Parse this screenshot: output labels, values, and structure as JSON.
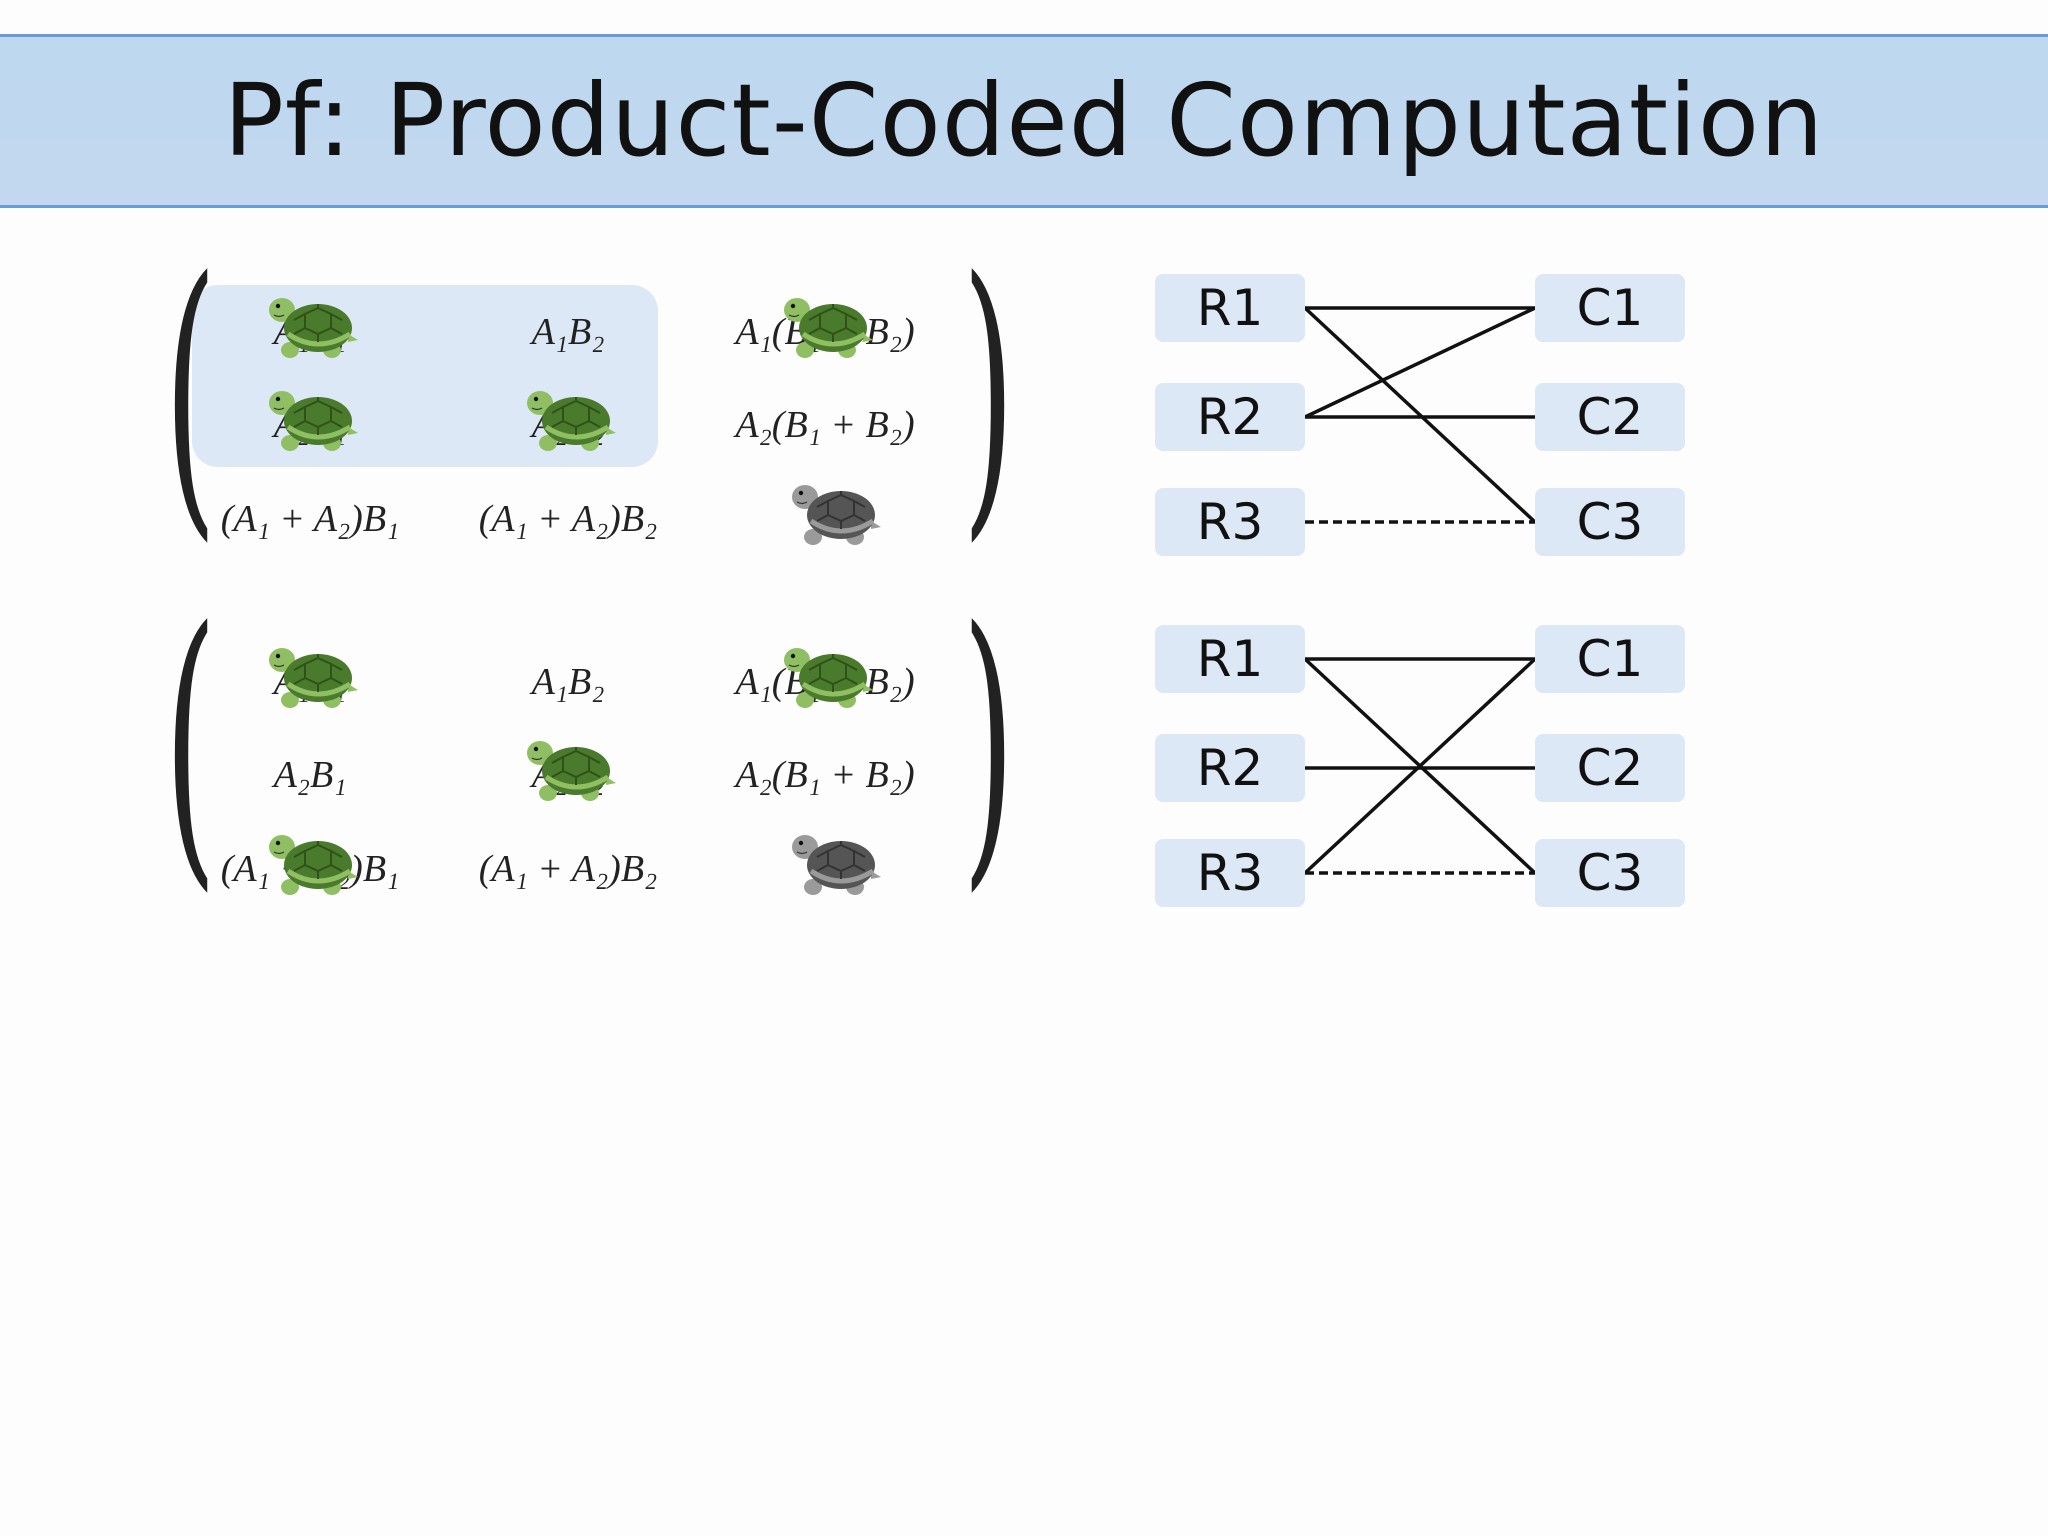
{
  "title": "Pf: Product-Coded Computation",
  "matrices": [
    {
      "highlight": true,
      "cells": [
        [
          "A₁B₁",
          "A₁B₂",
          "A₁(B₁ + B₂)"
        ],
        [
          "A₂B₁",
          "A₂B₂",
          "A₂(B₁ + B₂)"
        ],
        [
          "(A₁ + A₂)B₁",
          "(A₁ + A₂)B₂",
          ""
        ]
      ],
      "turtles": [
        {
          "row": 0,
          "col": 0,
          "color": "green"
        },
        {
          "row": 0,
          "col": 2,
          "color": "green"
        },
        {
          "row": 1,
          "col": 0,
          "color": "green"
        },
        {
          "row": 1,
          "col": 1,
          "color": "green"
        },
        {
          "row": 2,
          "col": 2,
          "color": "gray"
        }
      ]
    },
    {
      "highlight": false,
      "cells": [
        [
          "A₁B₁",
          "A₁B₂",
          "A₁(B₁ + B₂)"
        ],
        [
          "A₂B₁",
          "A₂B₂",
          "A₂(B₁ + B₂)"
        ],
        [
          "(A₁ + A₂)B₁",
          "(A₁ + A₂)B₂",
          ""
        ]
      ],
      "turtles": [
        {
          "row": 0,
          "col": 0,
          "color": "green"
        },
        {
          "row": 0,
          "col": 2,
          "color": "green"
        },
        {
          "row": 1,
          "col": 1,
          "color": "green"
        },
        {
          "row": 2,
          "col": 0,
          "color": "green"
        },
        {
          "row": 2,
          "col": 2,
          "color": "gray"
        }
      ]
    }
  ],
  "graphs": [
    {
      "rows": [
        "R1",
        "R2",
        "R3"
      ],
      "cols": [
        "C1",
        "C2",
        "C3"
      ],
      "edges": [
        {
          "from": 0,
          "to": 0,
          "style": "solid"
        },
        {
          "from": 0,
          "to": 2,
          "style": "solid"
        },
        {
          "from": 1,
          "to": 0,
          "style": "solid"
        },
        {
          "from": 1,
          "to": 1,
          "style": "solid"
        },
        {
          "from": 2,
          "to": 2,
          "style": "dashed"
        }
      ]
    },
    {
      "rows": [
        "R1",
        "R2",
        "R3"
      ],
      "cols": [
        "C1",
        "C2",
        "C3"
      ],
      "edges": [
        {
          "from": 0,
          "to": 0,
          "style": "solid"
        },
        {
          "from": 0,
          "to": 2,
          "style": "solid"
        },
        {
          "from": 1,
          "to": 1,
          "style": "solid"
        },
        {
          "from": 2,
          "to": 0,
          "style": "solid"
        },
        {
          "from": 2,
          "to": 2,
          "style": "dashed"
        }
      ]
    }
  ],
  "colors": {
    "title_bar": "#bdd8ef",
    "title_border": "#6b9bd6",
    "node_fill": "#dde8f6",
    "highlight": "#dce8f6",
    "turtle_green_shell": "#4a7a2c",
    "turtle_green_skin": "#8fbf62",
    "turtle_gray_shell": "#555555",
    "turtle_gray_skin": "#9a9a9a"
  },
  "icons": [
    "green-turtle-icon",
    "gray-turtle-icon"
  ]
}
